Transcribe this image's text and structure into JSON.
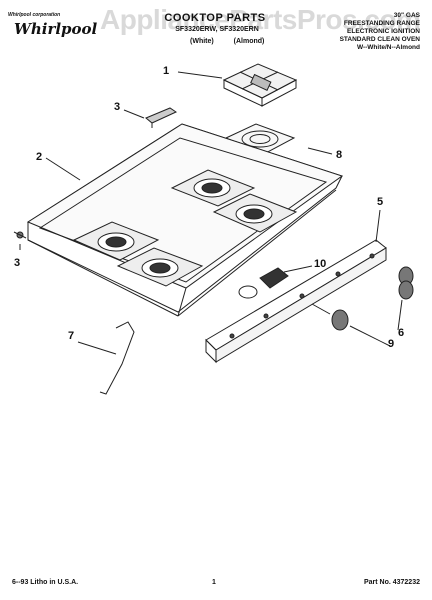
{
  "brand": {
    "logo_text": "Whirlpool",
    "logo_mark": "Whirlpool corporation"
  },
  "watermark": "AppliancePartsPros.com",
  "header": {
    "title": "COOKTOP PARTS",
    "models": "SF3320ERW, SF3320ERN",
    "variants": [
      "(White)",
      "(Almond)"
    ],
    "right_lines": [
      "30\" GAS",
      "FREESTANDING RANGE",
      "ELECTRONIC IGNITION",
      "STANDARD CLEAN OVEN",
      "W--White/N--Almond"
    ]
  },
  "callouts": [
    "1",
    "2",
    "3",
    "3",
    "5",
    "6",
    "7",
    "8",
    "9",
    "10"
  ],
  "footer": {
    "left": "6--93 Litho in U.S.A.",
    "center": "1",
    "right": "Part No. 4372232"
  }
}
